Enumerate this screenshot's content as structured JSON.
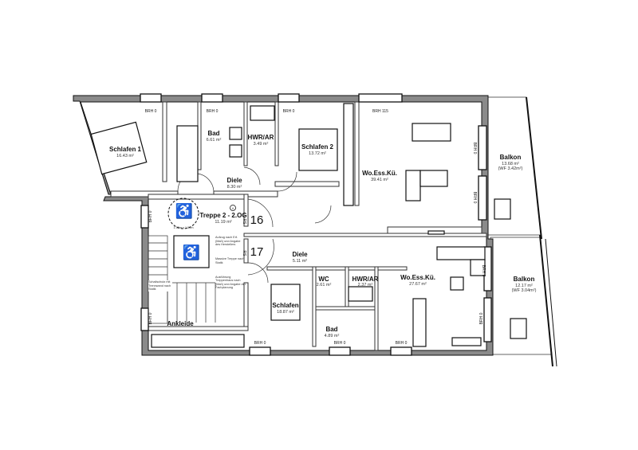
{
  "rooms": [
    {
      "name": "Schlafen 1",
      "area": "16.43 m²"
    },
    {
      "name": "Bad",
      "area": "6.61 m²"
    },
    {
      "name": "HWR/AR",
      "area": "3.49 m²"
    },
    {
      "name": "Schlafen 2",
      "area": "13.72 m²"
    },
    {
      "name": "Wo.Ess.Kü.",
      "area": "39.41 m²"
    },
    {
      "name": "Balkon",
      "area": "13.68 m²",
      "wf": "(WF 3.42m²)"
    },
    {
      "name": "Diele",
      "area": "8.30 m²"
    },
    {
      "name": "Treppe 2 - 2.OG",
      "area": "11.19 m²"
    },
    {
      "name": "Diele",
      "area": "5.11 m²"
    },
    {
      "name": "WC",
      "area": "2.61 m²"
    },
    {
      "name": "HWR/AR",
      "area": "2.37 m²"
    },
    {
      "name": "Schlafen",
      "area": "18.87 m²"
    },
    {
      "name": "Bad",
      "area": "4.89 m²"
    },
    {
      "name": "Wo.Ess.Kü.",
      "area": "27.67 m²"
    },
    {
      "name": "Balkon",
      "area": "12.17 m²",
      "wf": "(WF 3.04m²)"
    },
    {
      "name": "Ankleide"
    }
  ],
  "stairs": {
    "step_16": "16",
    "step_17": "17",
    "rs": "RS",
    "marker": "A",
    "turn_circle": "1.50m x 1.50m"
  },
  "brh": {
    "zero": "BRH 0",
    "high": "BRH 115"
  },
  "notes": {
    "lift": "Aufzug nach Erf. (Maß) und Angabe des Herstellers",
    "stair": "Massive Treppe nach Statik",
    "stairhouse": "Ausführung Treppenhaus nach (Maß) und Angabe der Fachplanung",
    "sound": "Schallschutz mit Trennwand nach Statik"
  }
}
